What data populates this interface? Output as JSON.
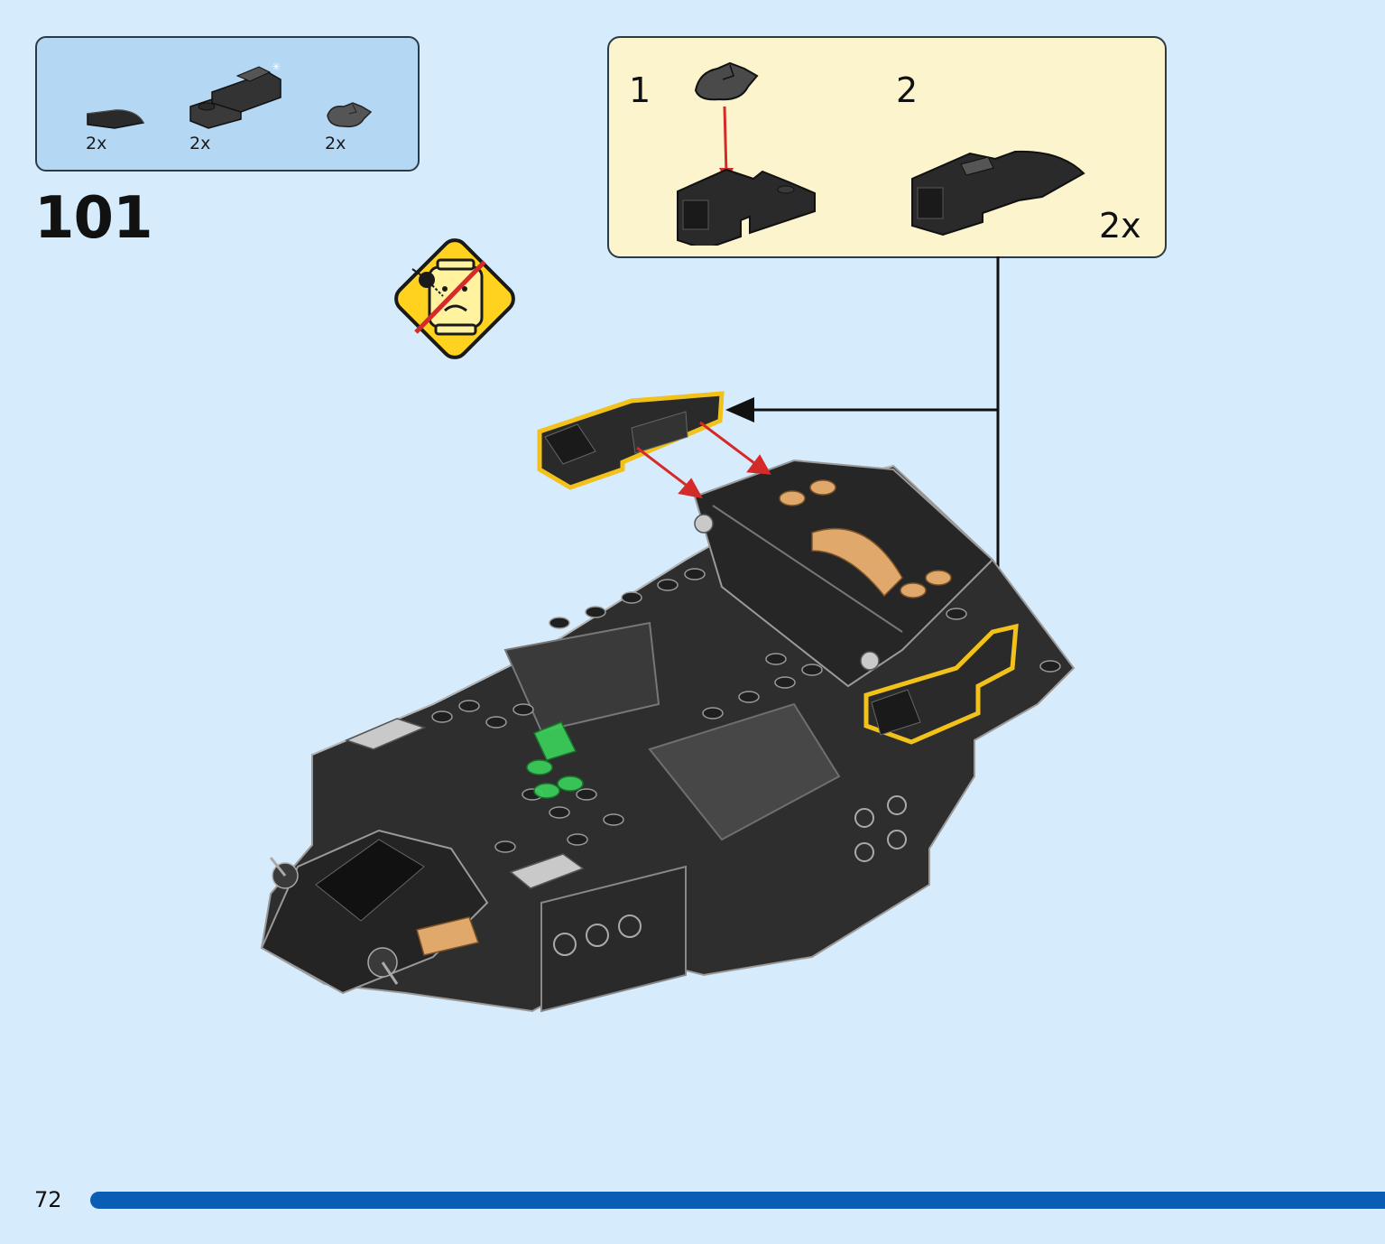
{
  "parts_list": {
    "items": [
      {
        "name": "curved-slope-1x2-black",
        "qty": "2x"
      },
      {
        "name": "plate-with-clip-black",
        "qty": "2x"
      },
      {
        "name": "clip-piece-dark-grey",
        "qty": "2x"
      }
    ]
  },
  "step": {
    "number": "101"
  },
  "warning_icon": "no-aiming-at-face-warning-icon",
  "subassembly": {
    "steps": [
      {
        "number": "1"
      },
      {
        "number": "2"
      }
    ],
    "multiplier": "2x"
  },
  "colors": {
    "page_background": "#d6ebfb",
    "parts_box": "#b4d7f4",
    "subassembly_box": "#fcf4cc",
    "highlight_outline": "#f2c21a",
    "arrow_red": "#d42a2a",
    "progress_bar": "#0a5db4",
    "warning_yellow": "#ffd21f"
  },
  "page": {
    "number": "72"
  }
}
